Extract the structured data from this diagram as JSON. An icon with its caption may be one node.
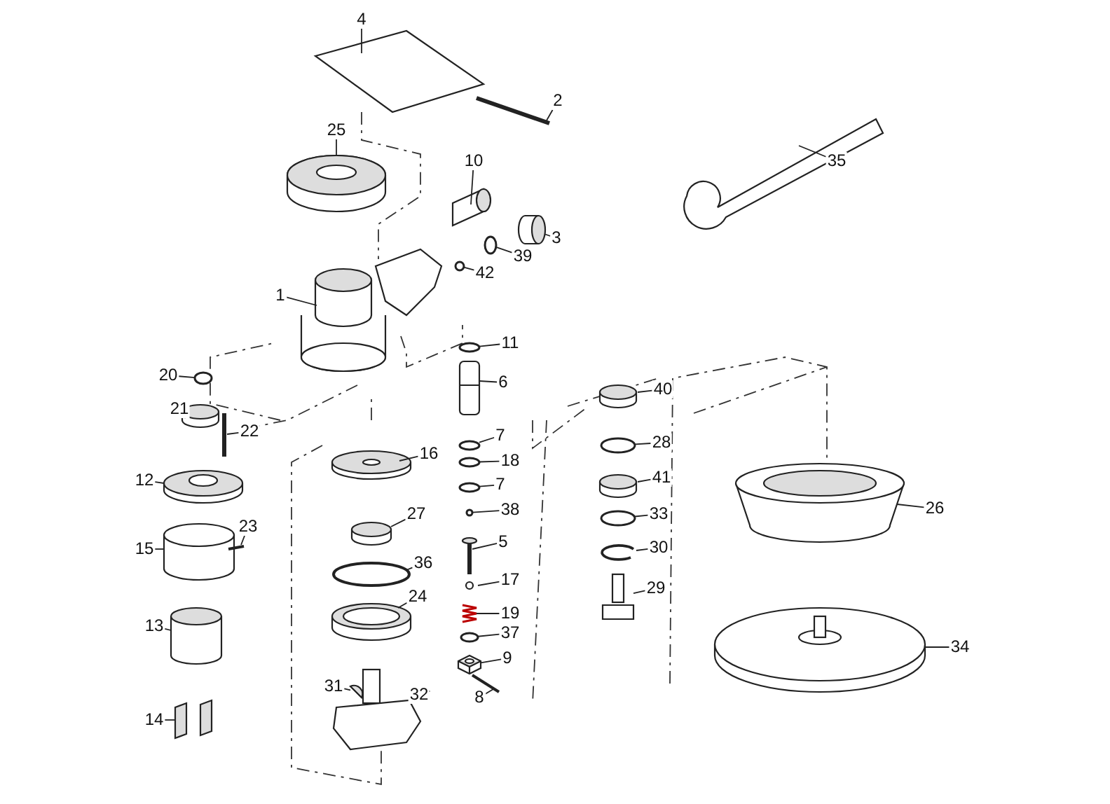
{
  "diagram": {
    "nodes": [
      {
        "text": [
          "4"
        ]
      },
      {
        "text": [
          "2"
        ]
      },
      {
        "text": [
          "25"
        ]
      },
      {
        "text": [
          "10"
        ]
      },
      {
        "text": [
          "35"
        ]
      },
      {
        "text": [
          "3"
        ]
      },
      {
        "text": [
          "39"
        ]
      },
      {
        "text": [
          "42"
        ]
      },
      {
        "text": [
          "1"
        ]
      },
      {
        "text": [
          "11"
        ]
      },
      {
        "text": [
          "20"
        ]
      },
      {
        "text": [
          "6"
        ]
      },
      {
        "text": [
          "40"
        ]
      },
      {
        "text": [
          "21"
        ]
      },
      {
        "text": [
          "22"
        ]
      },
      {
        "text": [
          "28"
        ]
      },
      {
        "text": [
          "16"
        ]
      },
      {
        "text": [
          "7"
        ]
      },
      {
        "text": [
          "12"
        ]
      },
      {
        "text": [
          "18"
        ]
      },
      {
        "text": [
          "41"
        ]
      },
      {
        "text": [
          "7"
        ]
      },
      {
        "text": [
          "26"
        ]
      },
      {
        "text": [
          "27"
        ]
      },
      {
        "text": [
          "33"
        ]
      },
      {
        "text": [
          "38"
        ]
      },
      {
        "text": [
          "15"
        ]
      },
      {
        "text": [
          "23"
        ]
      },
      {
        "text": [
          "5"
        ]
      },
      {
        "text": [
          "30"
        ]
      },
      {
        "text": [
          "36"
        ]
      },
      {
        "text": [
          "17"
        ]
      },
      {
        "text": [
          "29"
        ]
      },
      {
        "text": [
          "24"
        ]
      },
      {
        "text": [
          "19"
        ]
      },
      {
        "text": [
          "37"
        ]
      },
      {
        "text": [
          "13"
        ]
      },
      {
        "text": [
          "9"
        ]
      },
      {
        "text": [
          "34"
        ]
      },
      {
        "text": [
          "8"
        ]
      },
      {
        "text": [
          "31"
        ]
      },
      {
        "text": [
          "32"
        ]
      },
      {
        "text": [
          "14"
        ]
      },
      {
        "text": [],
        "shape": "cylinder"
      },
      {
        "text": [],
        "shape": "circle"
      },
      {
        "text": [],
        "shape": "circle"
      },
      {
        "text": [],
        "shape": "circle"
      },
      {
        "text": [],
        "shape": "circle"
      },
      {
        "text": [],
        "shape": "circle"
      },
      {
        "text": [],
        "shape": "circle"
      },
      {
        "text": [],
        "shape": "circle"
      },
      {
        "text": [],
        "shape": "circle"
      },
      {
        "text": [],
        "shape": "circle"
      },
      {
        "text": [],
        "shape": "circle"
      },
      {
        "text": [],
        "shape": "picture"
      },
      {
        "text": [],
        "shape": "circle"
      },
      {
        "text": [],
        "shape": "picture"
      },
      {
        "text": [],
        "shape": "picture"
      },
      {
        "text": [],
        "shape": "picture"
      }
    ],
    "edges": [
      {
        "from": 0,
        "to": null,
        "arrow": "none"
      },
      {
        "from": 1,
        "to": null,
        "arrow": "none"
      },
      {
        "from": 2,
        "to": null,
        "arrow": "none"
      },
      {
        "from": 3,
        "to": null,
        "arrow": "none"
      },
      {
        "from": 4,
        "to": null,
        "arrow": "none"
      },
      {
        "from": 5,
        "to": 43,
        "arrow": "none"
      },
      {
        "from": 6,
        "to": 44,
        "arrow": "none"
      },
      {
        "from": 7,
        "to": 45,
        "arrow": "none"
      },
      {
        "from": 8,
        "to": null,
        "arrow": "none"
      },
      {
        "from": 9,
        "to": 46,
        "arrow": "none"
      },
      {
        "from": 10,
        "to": 47,
        "arrow": "none"
      },
      {
        "from": 11,
        "to": null,
        "arrow": "none"
      },
      {
        "from": 12,
        "to": null,
        "arrow": "none"
      },
      {
        "from": 13,
        "to": null,
        "arrow": "none"
      },
      {
        "from": 14,
        "to": null,
        "arrow": "none"
      },
      {
        "from": 15,
        "to": 48,
        "arrow": "none"
      },
      {
        "from": 16,
        "to": null,
        "arrow": "none"
      },
      {
        "from": 17,
        "to": 49,
        "arrow": "none"
      },
      {
        "from": 18,
        "to": null,
        "arrow": "none"
      },
      {
        "from": 19,
        "to": 50,
        "arrow": "none"
      },
      {
        "from": 20,
        "to": null,
        "arrow": "none"
      },
      {
        "from": 21,
        "to": 51,
        "arrow": "none"
      },
      {
        "from": 22,
        "to": null,
        "arrow": "none"
      },
      {
        "from": 23,
        "to": null,
        "arrow": "none"
      },
      {
        "from": 24,
        "to": 52,
        "arrow": "none"
      },
      {
        "from": 25,
        "to": 53,
        "arrow": "none"
      },
      {
        "from": 26,
        "to": null,
        "arrow": "none"
      },
      {
        "from": 27,
        "to": null,
        "arrow": "none"
      },
      {
        "from": 28,
        "to": null,
        "arrow": "none"
      },
      {
        "from": 29,
        "to": null,
        "arrow": "none"
      },
      {
        "from": 30,
        "to": null,
        "arrow": "none"
      },
      {
        "from": 31,
        "to": null,
        "arrow": "none"
      },
      {
        "from": 32,
        "to": 54,
        "arrow": "none"
      },
      {
        "from": 33,
        "to": null,
        "arrow": "none"
      },
      {
        "from": 34,
        "to": null,
        "arrow": "none"
      },
      {
        "from": 35,
        "to": 55,
        "arrow": "none"
      },
      {
        "from": 36,
        "to": null,
        "arrow": "none"
      },
      {
        "from": 37,
        "to": 56,
        "arrow": "none"
      },
      {
        "from": 38,
        "to": null,
        "arrow": "none"
      },
      {
        "from": 39,
        "to": null,
        "arrow": "none"
      },
      {
        "from": 40,
        "to": 57,
        "arrow": "none"
      },
      {
        "from": 41,
        "to": 58,
        "arrow": "none"
      },
      {
        "from": 42,
        "to": null,
        "arrow": "none"
      }
    ]
  }
}
